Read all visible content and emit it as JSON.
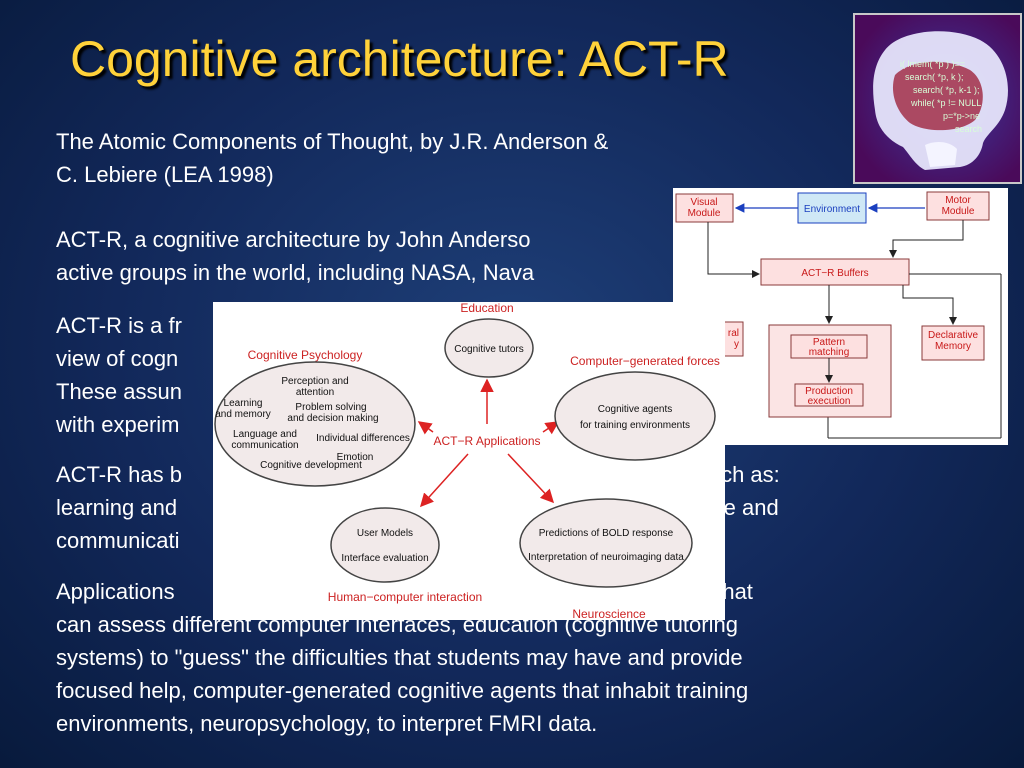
{
  "slide": {
    "title": "Cognitive architecture: ACT-R",
    "paragraphs": {
      "p1": [
        "The Atomic Components of Thought, by J.R. Anderson &",
        "C. Lebiere (LEA 1998)"
      ],
      "p2": [
        "ACT-R, a cognitive architecture by John Anderso",
        "active groups in the world, including NASA, Nava"
      ],
      "p3": [
        "ACT-R is a fr",
        "view of cogn",
        "These assun",
        "with experim"
      ],
      "p4": [
        "ACT-R has b                                                                  in domains such as:",
        "learning and                                                                naking, language and",
        "communicati                                                                evelopment etc."
      ],
      "p5": [
        "Applications                                                                 e user models that",
        "can assess different computer interfaces, education (cognitive tutoring",
        "systems) to \"guess\" the difficulties that students may have and provide",
        "focused help, computer-generated cognitive agents that inhabit training",
        "environments, neuropsychology, to interpret FMRI data."
      ]
    }
  },
  "head_image": {
    "code_lines": [
      "i( lmem( *p ) )==",
      "search( *p, k );",
      "search( *p, k-1 );",
      "while( *p != NULL",
      "p=*p->ne",
      "search"
    ]
  },
  "architecture_diagram": {
    "visual_module": [
      "Visual",
      "Module"
    ],
    "environment": "Environment",
    "motor_module": [
      "Motor",
      "Module"
    ],
    "buffers": "ACT−R Buffers",
    "intentional_module": [
      "ral",
      "y"
    ],
    "pattern_matching": [
      "Pattern",
      "matching"
    ],
    "declarative_memory": [
      "Declarative",
      "Memory"
    ],
    "production_execution": [
      "Production",
      "execution"
    ]
  },
  "applications_diagram": {
    "center": "ACT−R Applications",
    "education": {
      "heading": "Education",
      "items": [
        "Cognitive tutors"
      ]
    },
    "cognitive_psychology": {
      "heading": "Cognitive Psychology",
      "items": [
        "Perception and",
        "attention",
        "Learning",
        "and memory",
        "Problem solving",
        "and decision making",
        "Language and",
        "communication",
        "Individual differences",
        "Emotion",
        "Cognitive development"
      ]
    },
    "forces": {
      "heading": "Computer−generated forces",
      "items": [
        "Cognitive agents",
        "for training environments"
      ]
    },
    "hci": {
      "heading": "Human−computer interaction",
      "items": [
        "User Models",
        "Interface evaluation"
      ]
    },
    "neuroscience": {
      "heading": "Neuroscience",
      "items": [
        "Predictions of BOLD response",
        "Interpretation of neuroimaging data"
      ]
    }
  },
  "colors": {
    "title": "#ffd23a",
    "text": "#ffffff",
    "diagram_red": "#cc2222",
    "diagram_blue": "#1a3fbf"
  }
}
